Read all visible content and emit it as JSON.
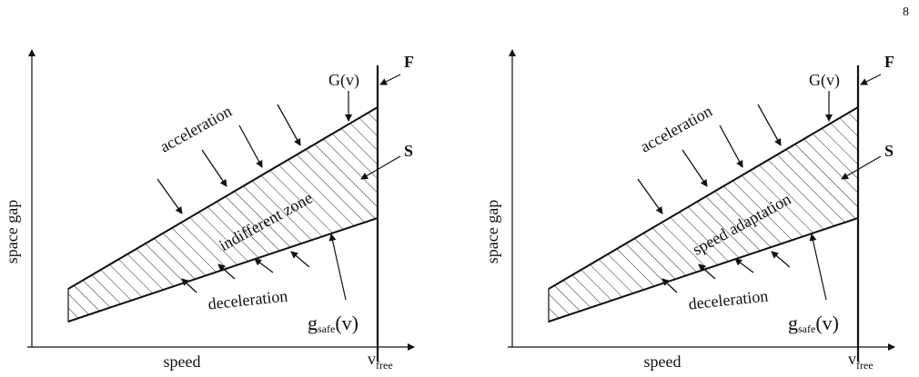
{
  "page_number": "8",
  "panels": [
    {
      "y_axis_label": "space gap",
      "x_axis_label": "speed",
      "x_end_label": "v",
      "x_end_sub": "free",
      "F_label": "F",
      "G_label": "G(v)",
      "S_label": "S",
      "accel_label": "acceleration",
      "decel_label": "deceleration",
      "zone_label": "indifferent zone",
      "gsafe_main": "g",
      "gsafe_sub": "safe",
      "gsafe_arg": "(v)"
    },
    {
      "y_axis_label": "space gap",
      "x_axis_label": "speed",
      "x_end_label": "v",
      "x_end_sub": "free",
      "F_label": "F",
      "G_label": "G(v)",
      "S_label": "S",
      "accel_label": "acceleration",
      "decel_label": "deceleration",
      "zone_label": "speed adaptation",
      "gsafe_main": "g",
      "gsafe_sub": "safe",
      "gsafe_arg": "(v)"
    }
  ]
}
